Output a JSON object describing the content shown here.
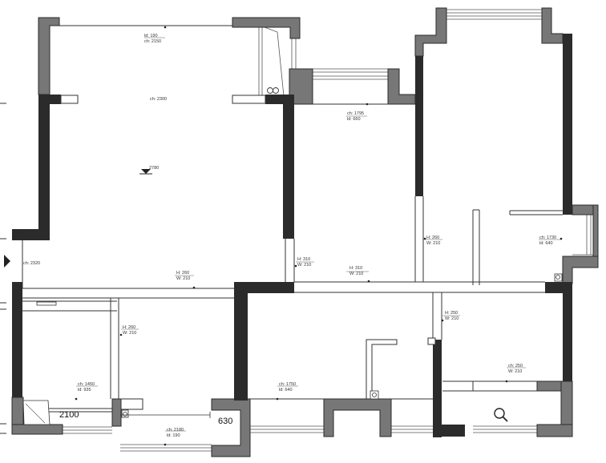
{
  "labels": {
    "living_top": [
      "ld: 190",
      "ch: 2150"
    ],
    "living_ch": "ch: 2300",
    "level_mark": "2780",
    "mid_room": [
      "ch: 1795",
      "ld: 660"
    ],
    "right_room_side": [
      "ch: 1730",
      "ld: 640"
    ],
    "left_edge": "ch: 2320",
    "door_living": [
      "H: 260",
      "W: 210"
    ],
    "door_mid": [
      "H: 310",
      "W: 210"
    ],
    "door_corr": [
      "H: 310",
      "W: 210"
    ],
    "door_right": [
      "H: 260",
      "W: 210"
    ],
    "door_lower_left": [
      "H: 260",
      "W: 210"
    ],
    "door_lower_right": [
      "H: 250",
      "W: 210"
    ],
    "win_lower_right": [
      "ch: 250",
      "W: 210"
    ],
    "left_room": [
      "ch: 1450",
      "ld: 935"
    ],
    "center_bottom": [
      "ch: 1750",
      "ld: 640"
    ],
    "bottom_room": [
      "ch: 2180",
      "ld: 190"
    ]
  },
  "dimensions": {
    "dim_2100": "2100",
    "dim_630": "630"
  },
  "icons": [
    "search-icon",
    "direction-arrow-icon",
    "socket-icon"
  ]
}
